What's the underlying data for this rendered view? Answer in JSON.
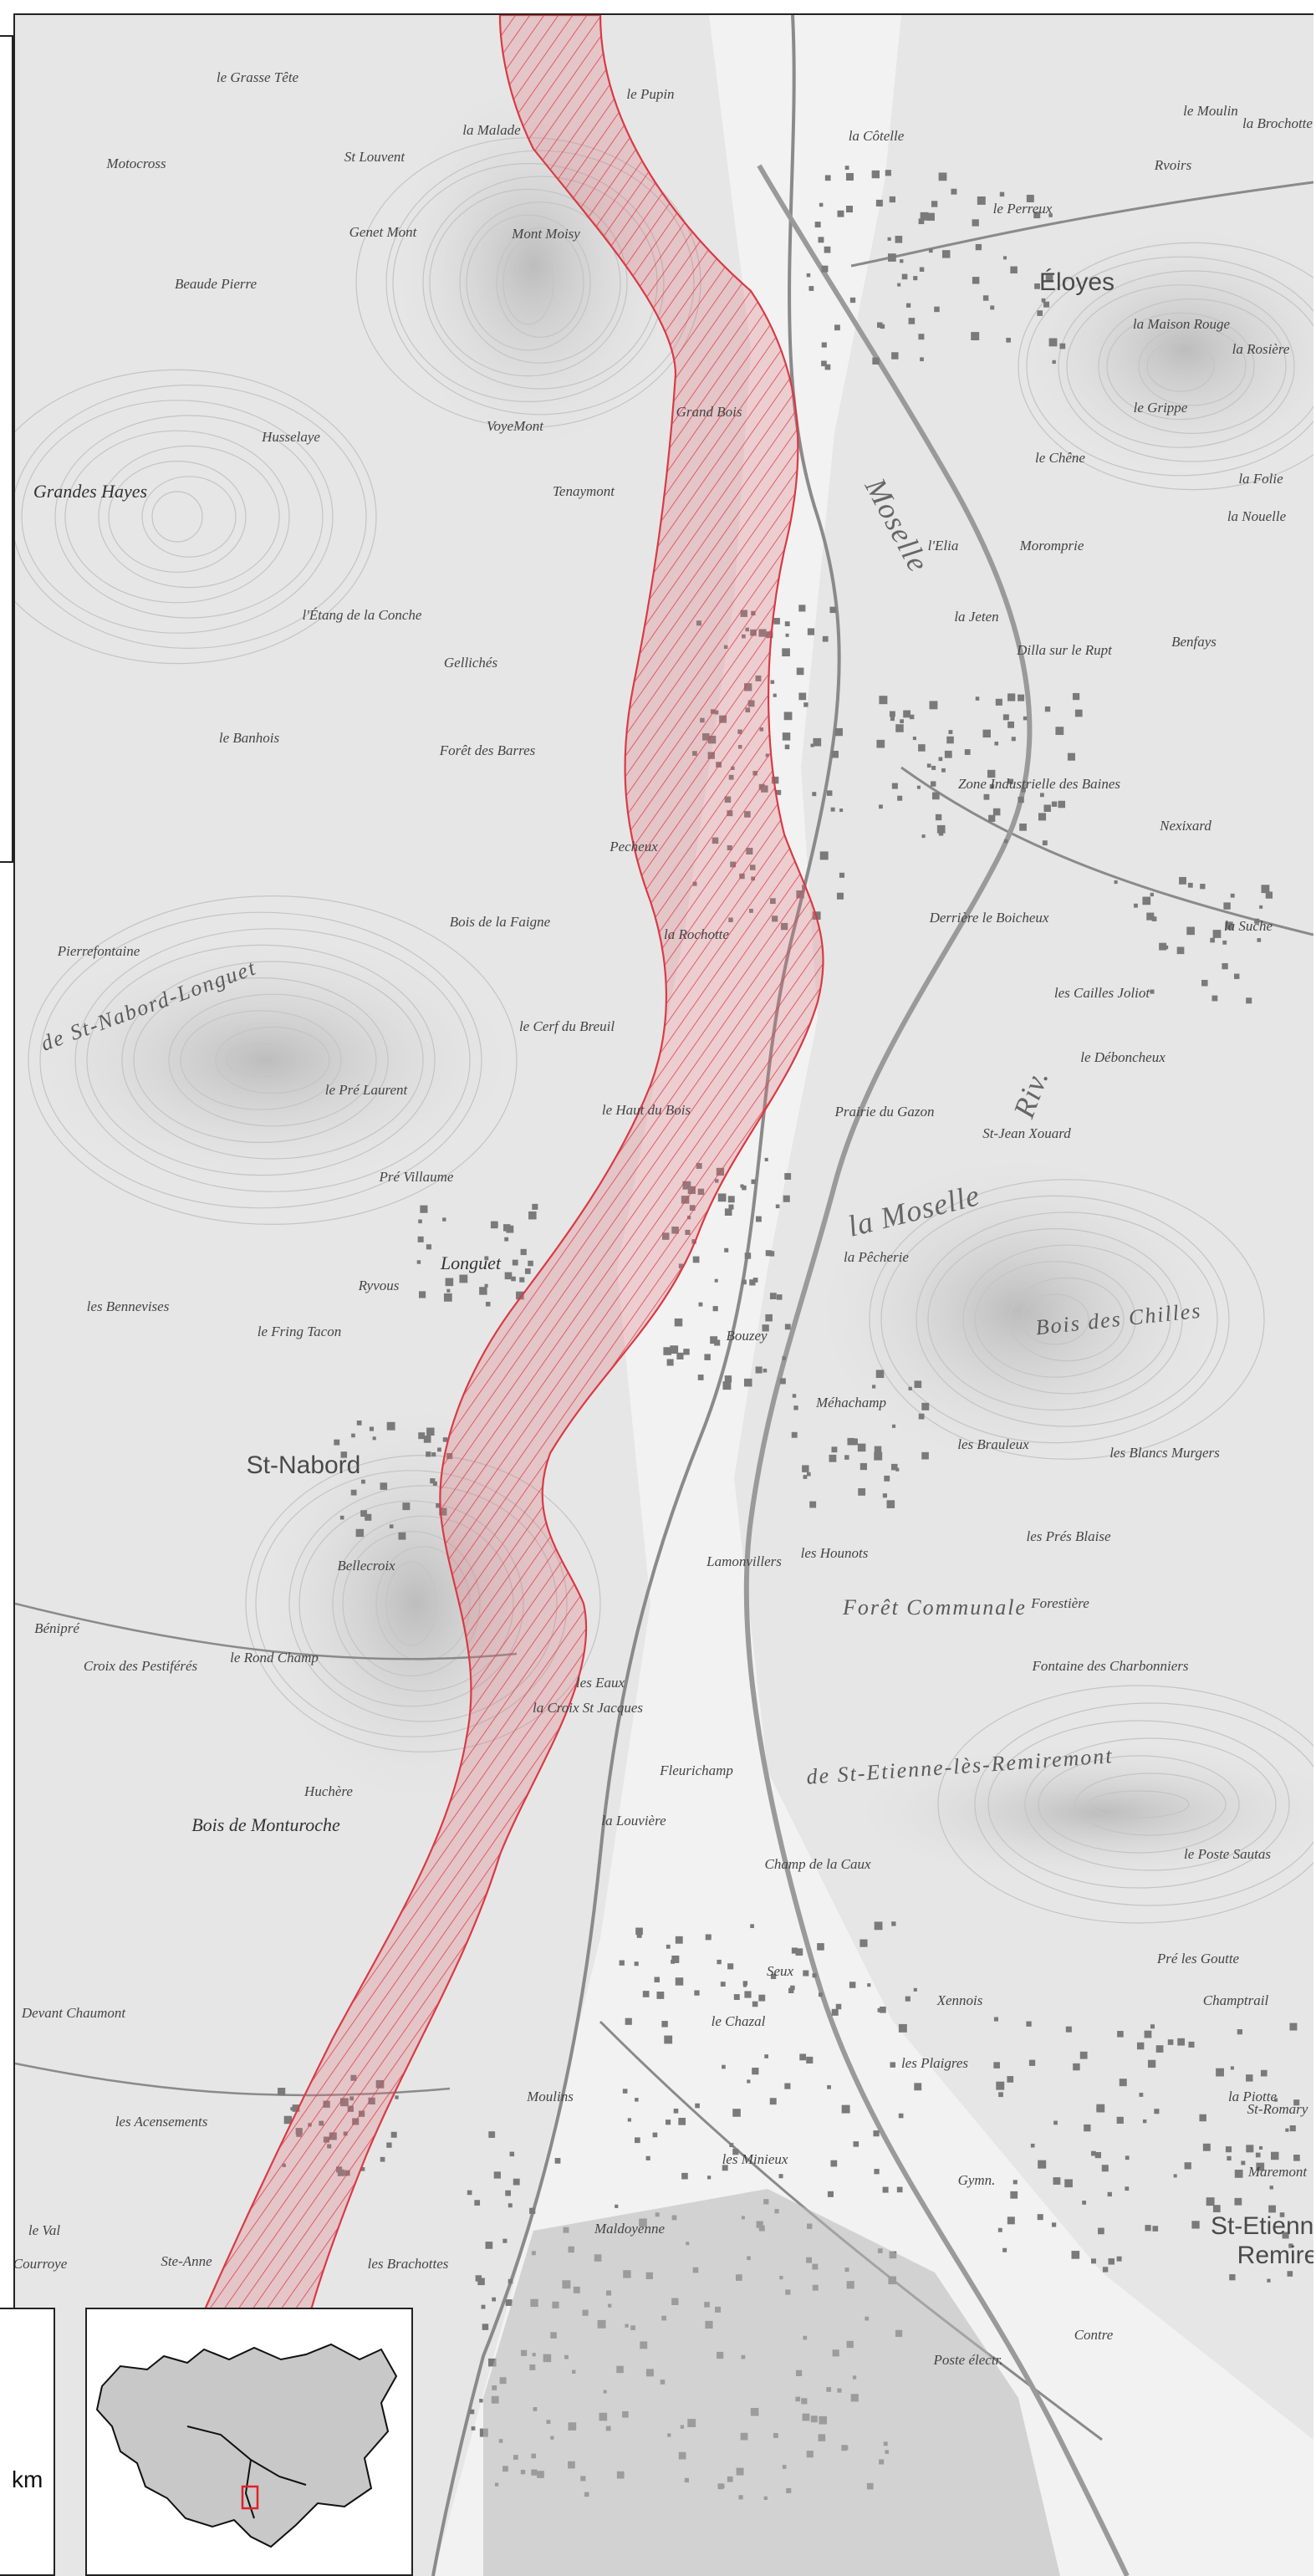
{
  "map": {
    "corridor_color": "#e0707a",
    "corridor_stroke": "#d9323c",
    "places": [
      {
        "id": "eloyes",
        "label": "Éloyes",
        "kind": "town"
      },
      {
        "id": "st-nabord",
        "label": "St-Nabord",
        "kind": "town"
      },
      {
        "id": "longuet",
        "label": "Longuet",
        "kind": "md"
      },
      {
        "id": "st-etienne",
        "label": "St-Etienne",
        "kind": "town"
      },
      {
        "id": "remiremont",
        "label": "Remire",
        "kind": "town"
      },
      {
        "id": "moselle-1",
        "label": "la Moselle",
        "kind": "river"
      },
      {
        "id": "moselle-2",
        "label": "Moselle",
        "kind": "river"
      },
      {
        "id": "riv",
        "label": "Riv.",
        "kind": "river"
      },
      {
        "id": "bois-chilles",
        "label": "Bois des Chilles",
        "kind": "forest"
      },
      {
        "id": "foret-communale",
        "label": "Forêt Communale",
        "kind": "forest"
      },
      {
        "id": "st-etienne-rem",
        "label": "de St-Etienne-lès-Remiremont",
        "kind": "forest"
      },
      {
        "id": "bois-monturoche",
        "label": "Bois de Monturoche",
        "kind": "md"
      },
      {
        "id": "longuet-forest",
        "label": "de St-Nabord-Longuet",
        "kind": "forest"
      },
      {
        "id": "grandes-hayes",
        "label": "Grandes Hayes",
        "kind": "md"
      },
      {
        "id": "pierrefontaine",
        "label": "Pierrefontaine",
        "kind": "sm"
      },
      {
        "id": "prairie-gazon",
        "label": "Prairie du Gazon",
        "kind": "sm"
      },
      {
        "id": "meachamp",
        "label": "Méhachamp",
        "kind": "sm"
      },
      {
        "id": "la-pecherie",
        "label": "la Pêcherie",
        "kind": "sm"
      },
      {
        "id": "les-brauleux",
        "label": "les Brauleux",
        "kind": "sm"
      },
      {
        "id": "nexixard",
        "label": "Nexixard",
        "kind": "sm"
      },
      {
        "id": "la-suche",
        "label": "la Suche",
        "kind": "sm"
      },
      {
        "id": "derriere-boicheux",
        "label": "Derrière le Boicheux",
        "kind": "sm"
      },
      {
        "id": "st-jean-xouard",
        "label": "St-Jean Xouard",
        "kind": "sm"
      },
      {
        "id": "le-debocheux",
        "label": "le Déboncheux",
        "kind": "sm"
      },
      {
        "id": "les-cailles",
        "label": "les Cailles Joliot",
        "kind": "sm"
      },
      {
        "id": "zone-industrielle",
        "label": "Zone Industrielle des Baines",
        "kind": "sm"
      },
      {
        "id": "dilla",
        "label": "Dilla sur le Rupt",
        "kind": "sm"
      },
      {
        "id": "moromprie",
        "label": "Moromprie",
        "kind": "sm"
      },
      {
        "id": "la-maison-rouge",
        "label": "la Maison Rouge",
        "kind": "sm"
      },
      {
        "id": "le-perreux",
        "label": "le Perreux",
        "kind": "sm"
      },
      {
        "id": "la-cotelle",
        "label": "la Côtelle",
        "kind": "sm"
      },
      {
        "id": "le-pupin",
        "label": "le Pupin",
        "kind": "sm"
      },
      {
        "id": "la-malade",
        "label": "la Malade",
        "kind": "sm"
      },
      {
        "id": "st-louvent",
        "label": "St Louvent",
        "kind": "sm"
      },
      {
        "id": "genet-mont",
        "label": "Genet Mont",
        "kind": "sm"
      },
      {
        "id": "mont-moisy",
        "label": "Mont Moisy",
        "kind": "sm"
      },
      {
        "id": "beaude-pierre",
        "label": "Beaude Pierre",
        "kind": "sm"
      },
      {
        "id": "le-grosse-tete",
        "label": "le Grasse Tête",
        "kind": "sm"
      },
      {
        "id": "motocross",
        "label": "Motocross",
        "kind": "sm"
      },
      {
        "id": "huselaye",
        "label": "Husselaye",
        "kind": "sm"
      },
      {
        "id": "voyemont",
        "label": "VoyeMont",
        "kind": "sm"
      },
      {
        "id": "etang-conche",
        "label": "l'Étang de la Conche",
        "kind": "sm"
      },
      {
        "id": "gelliches",
        "label": "Gellichés",
        "kind": "sm"
      },
      {
        "id": "foret-barres",
        "label": "Forêt des Barres",
        "kind": "sm"
      },
      {
        "id": "le-banhois",
        "label": "le Banhois",
        "kind": "sm"
      },
      {
        "id": "bois-faigne",
        "label": "Bois de la Faigne",
        "kind": "sm"
      },
      {
        "id": "cerf-breuil",
        "label": "le Cerf du Breuil",
        "kind": "sm"
      },
      {
        "id": "pre-laurent",
        "label": "le Pré Laurent",
        "kind": "sm"
      },
      {
        "id": "pre-villaume",
        "label": "Pré Villaume",
        "kind": "sm"
      },
      {
        "id": "les-bennevises",
        "label": "les Bennevises",
        "kind": "sm"
      },
      {
        "id": "le-fring-tacon",
        "label": "le Fring Tacon",
        "kind": "sm"
      },
      {
        "id": "ryvous",
        "label": "Ryvous",
        "kind": "sm"
      },
      {
        "id": "benipre",
        "label": "Bénipré",
        "kind": "sm"
      },
      {
        "id": "croix-pestiferes",
        "label": "Croix des Pestiférés",
        "kind": "sm"
      },
      {
        "id": "le-rond-champ",
        "label": "le Rond Champ",
        "kind": "sm"
      },
      {
        "id": "huchere",
        "label": "Huchère",
        "kind": "sm"
      },
      {
        "id": "lamonvillers",
        "label": "Lamonvillers",
        "kind": "sm"
      },
      {
        "id": "les-hounots",
        "label": "les Hounots",
        "kind": "sm"
      },
      {
        "id": "les-pres-blaise",
        "label": "les Prés Blaise",
        "kind": "sm"
      },
      {
        "id": "les-blancs-murgers",
        "label": "les Blancs Murgers",
        "kind": "sm"
      },
      {
        "id": "fontaine-charbonniers",
        "label": "Fontaine des Charbonniers",
        "kind": "sm"
      },
      {
        "id": "forestiere",
        "label": "Forestière",
        "kind": "sm"
      },
      {
        "id": "fleurichamp",
        "label": "Fleurichamp",
        "kind": "sm"
      },
      {
        "id": "champ-caux",
        "label": "Champ de la Caux",
        "kind": "sm"
      },
      {
        "id": "seux",
        "label": "Seux",
        "kind": "sm"
      },
      {
        "id": "le-chazal",
        "label": "le Chazal",
        "kind": "sm"
      },
      {
        "id": "xennois",
        "label": "Xennois",
        "kind": "sm"
      },
      {
        "id": "les-moulins",
        "label": "Moulins",
        "kind": "sm"
      },
      {
        "id": "les-acensements",
        "label": "les Acensements",
        "kind": "sm"
      },
      {
        "id": "devant-chaumont",
        "label": "Devant Chaumont",
        "kind": "sm"
      },
      {
        "id": "ste-anne",
        "label": "Ste-Anne",
        "kind": "sm"
      },
      {
        "id": "maldoyenne",
        "label": "Maldoyenne",
        "kind": "sm"
      },
      {
        "id": "les-brachottes",
        "label": "les Brachottes",
        "kind": "sm"
      },
      {
        "id": "le-val",
        "label": "le Val",
        "kind": "sm"
      },
      {
        "id": "courroye",
        "label": "Courroye",
        "kind": "sm"
      },
      {
        "id": "poste-electr",
        "label": "Poste électr.",
        "kind": "sm"
      },
      {
        "id": "gymn",
        "label": "Gymn.",
        "kind": "sm"
      },
      {
        "id": "les-minieux",
        "label": "les Minieux",
        "kind": "sm"
      },
      {
        "id": "les-plaigres",
        "label": "les Plaigres",
        "kind": "sm"
      },
      {
        "id": "pre-les-goutte",
        "label": "Pré les Goutte",
        "kind": "sm"
      },
      {
        "id": "champtrail",
        "label": "Champtrail",
        "kind": "sm"
      },
      {
        "id": "la-piotte",
        "label": "la Piotte",
        "kind": "sm"
      },
      {
        "id": "st-romary",
        "label": "St-Romary",
        "kind": "sm"
      },
      {
        "id": "maremont",
        "label": "Maremont",
        "kind": "sm"
      },
      {
        "id": "contre",
        "label": "Contre",
        "kind": "sm"
      },
      {
        "id": "le-poste-sautas",
        "label": "le Poste Sautas",
        "kind": "sm"
      },
      {
        "id": "le-chane",
        "label": "le Chêne",
        "kind": "sm"
      },
      {
        "id": "le-moulin",
        "label": "le Moulin",
        "kind": "sm"
      },
      {
        "id": "la-brochotte",
        "label": "la Brochotte",
        "kind": "sm"
      },
      {
        "id": "rvoirs",
        "label": "Rvoirs",
        "kind": "sm"
      },
      {
        "id": "la-rosiere",
        "label": "la Rosière",
        "kind": "sm"
      },
      {
        "id": "la-folie",
        "label": "la Folie",
        "kind": "sm"
      },
      {
        "id": "la-nouelle",
        "label": "la Nouelle",
        "kind": "sm"
      },
      {
        "id": "bouzey",
        "label": "Bouzey",
        "kind": "sm"
      },
      {
        "id": "pecheux",
        "label": "Pecheux",
        "kind": "sm"
      },
      {
        "id": "la-rochotte",
        "label": "la Rochotte",
        "kind": "sm"
      },
      {
        "id": "le-haut-du-bois",
        "label": "le Haut du Bois",
        "kind": "sm"
      },
      {
        "id": "grand-bois",
        "label": "Grand Bois",
        "kind": "sm"
      },
      {
        "id": "tenaymont",
        "label": "Tenaymont",
        "kind": "sm"
      },
      {
        "id": "lelia",
        "label": "l'Elia",
        "kind": "sm"
      },
      {
        "id": "la-jeten",
        "label": "la Jeten",
        "kind": "sm"
      },
      {
        "id": "benfays",
        "label": "Benfays",
        "kind": "sm"
      },
      {
        "id": "grippe",
        "label": "le Grippe",
        "kind": "sm"
      },
      {
        "id": "bellecroix",
        "label": "Bellecroix",
        "kind": "sm"
      },
      {
        "id": "la-croix-st-jacques",
        "label": "la Croix St Jacques",
        "kind": "sm"
      },
      {
        "id": "les-eaux",
        "label": "les Eaux",
        "kind": "sm"
      },
      {
        "id": "la-louviere",
        "label": "la Louvière",
        "kind": "sm"
      }
    ]
  },
  "scale": {
    "unit": "km"
  },
  "inset": {
    "region_fill": "#c8c8c8",
    "highlight_color": "#e0202a"
  }
}
